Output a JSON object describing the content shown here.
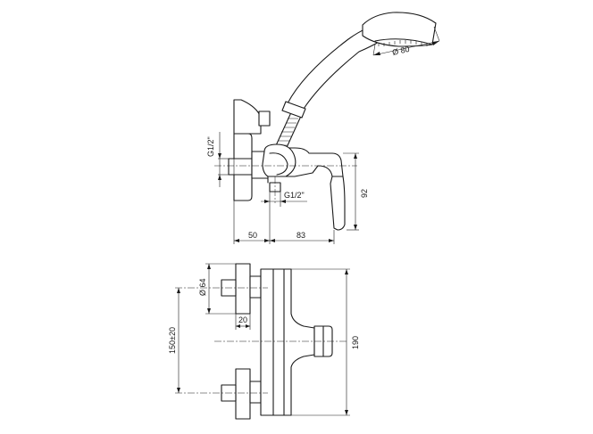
{
  "dimensions": {
    "shower_head_diameter": "Ø 80",
    "wall_connection_thread": "G1/2\"",
    "hose_outlet_thread": "G1/2\"",
    "projection_body": "50",
    "projection_lever": "83",
    "height_outlet": "92",
    "flange_diameter": "Ø 64",
    "eccentric_length": "20",
    "center_distance": "150±20",
    "total_height": "190"
  }
}
